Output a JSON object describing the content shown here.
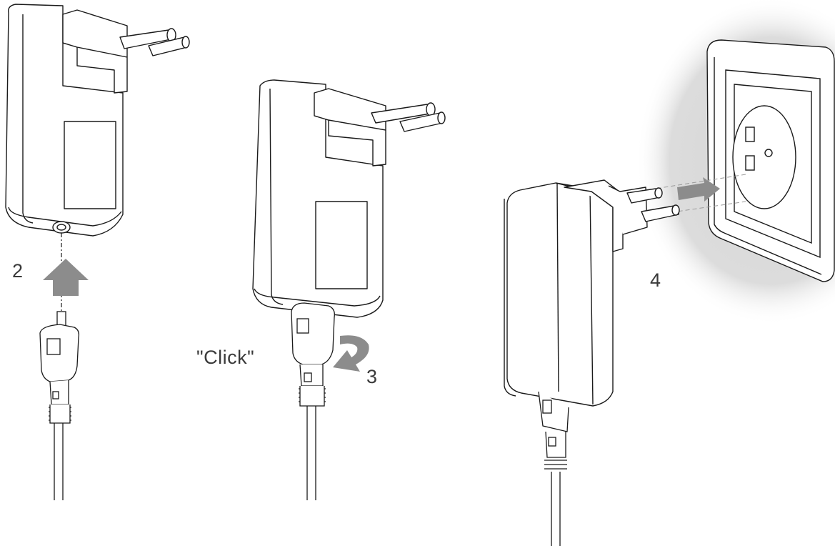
{
  "steps": {
    "step2": {
      "number": "2"
    },
    "step3": {
      "number": "3",
      "sound": "\"Click\""
    },
    "step4": {
      "number": "4"
    }
  },
  "colors": {
    "line": "#1a1a1a",
    "arrow": "#8c8c8c",
    "socket_glow": "#d9d9d9",
    "background": "#ffffff"
  }
}
